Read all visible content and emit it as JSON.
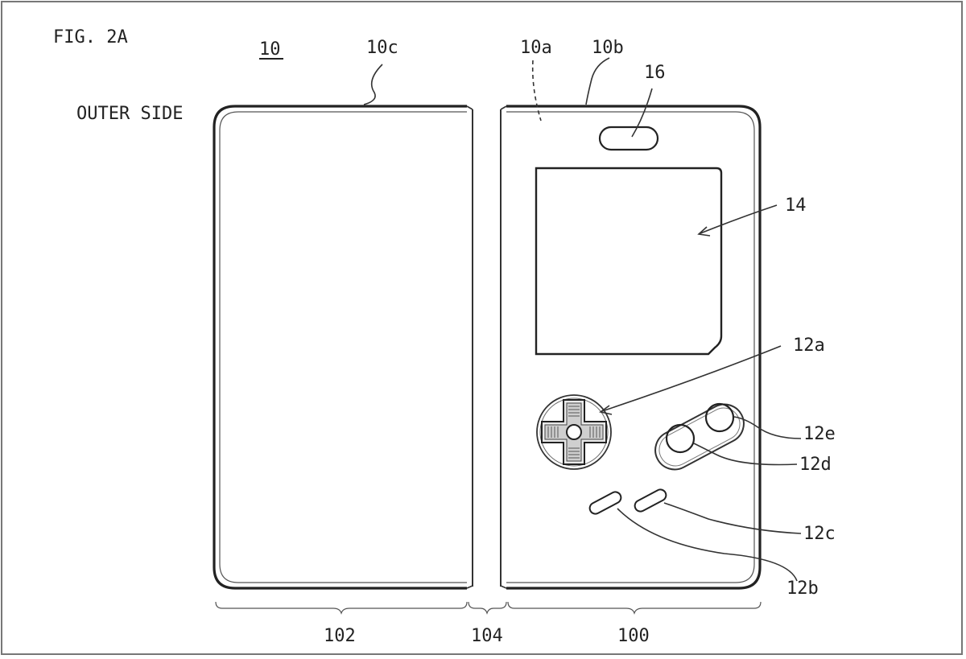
{
  "figure": {
    "title": "FIG. 2A",
    "side_label": "OUTER SIDE"
  },
  "labels": {
    "device": "10",
    "back_panel": "10c",
    "front_surface": "10a",
    "top_edge": "10b",
    "speaker": "16",
    "screen": "14",
    "dpad": "12a",
    "button_e": "12e",
    "button_d": "12d",
    "button_c": "12c",
    "button_b": "12b",
    "left_section": "102",
    "hinge": "104",
    "right_section": "100"
  }
}
